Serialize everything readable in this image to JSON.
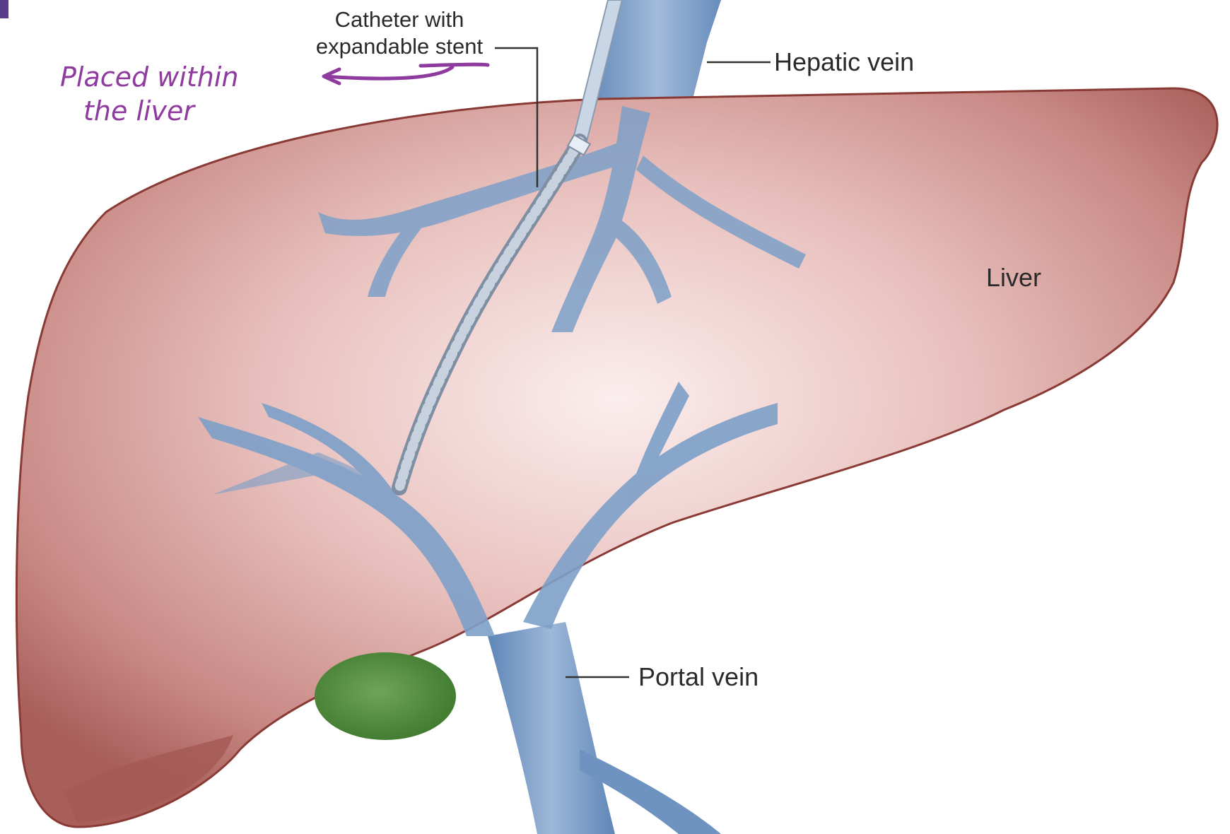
{
  "labels": {
    "catheter_line1": "Catheter with",
    "catheter_line2": "expandable stent",
    "hepatic_vein": "Hepatic vein",
    "liver": "Liver",
    "portal_vein": "Portal vein"
  },
  "annotation": {
    "line1": "Placed within",
    "line2": "the liver"
  },
  "colors": {
    "liver": "#c98a86",
    "liver_edge": "#8a3a34",
    "vein": "#6f93c0",
    "gallbladder": "#4f8a3c",
    "annotation_ink": "#8e3a9e"
  }
}
